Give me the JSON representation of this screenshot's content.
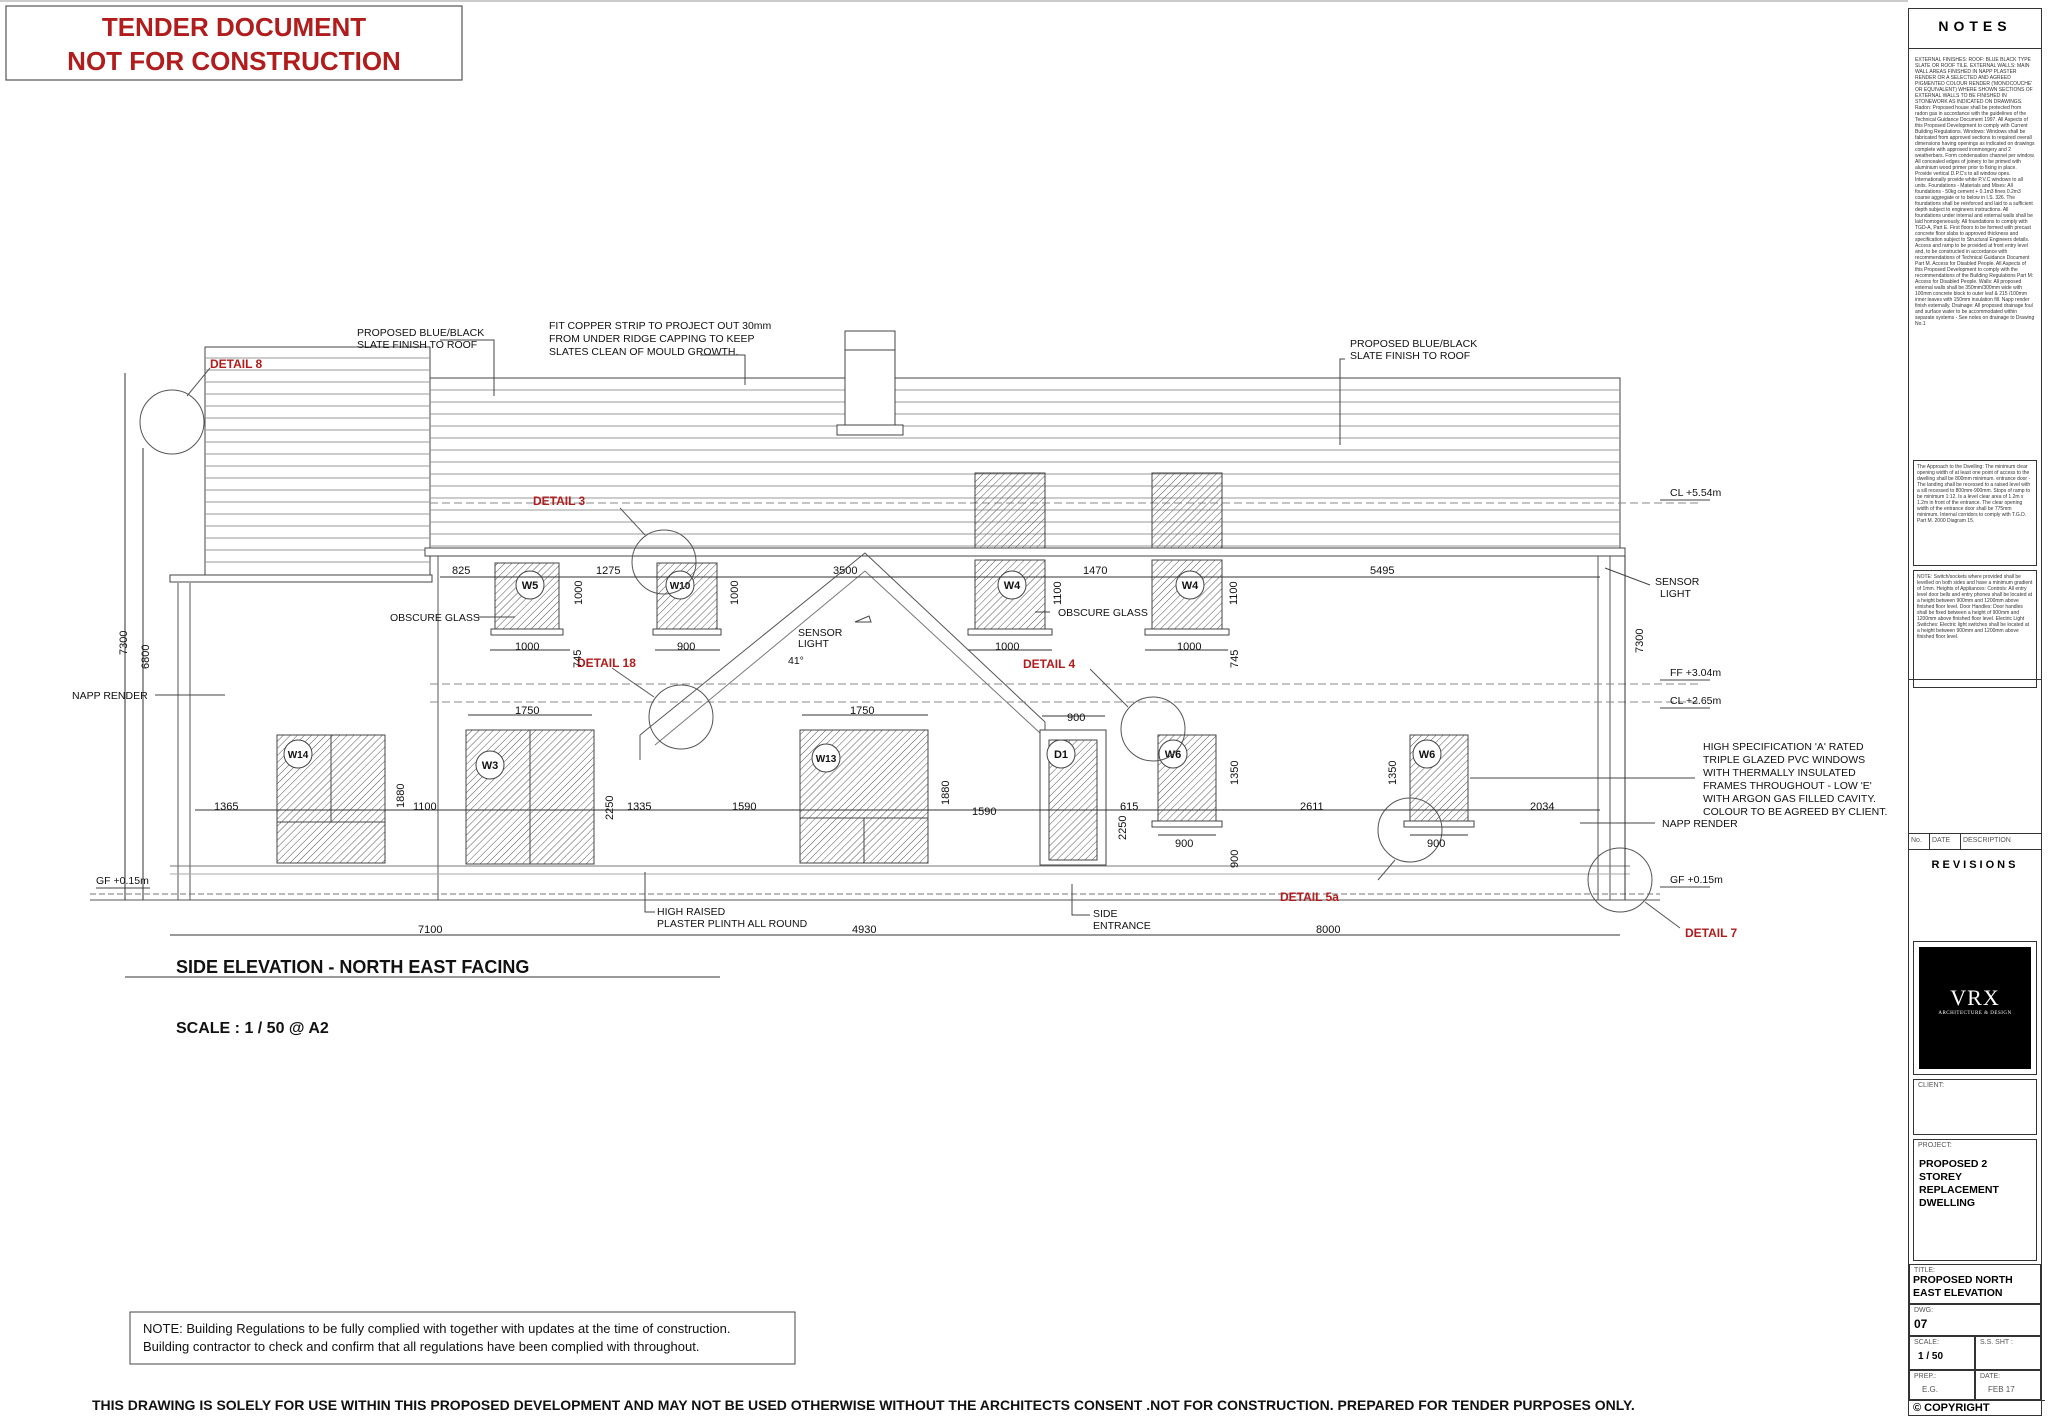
{
  "stamp": {
    "line1": "TENDER DOCUMENT",
    "line2": "NOT FOR CONSTRUCTION"
  },
  "annotations": {
    "slate_left_1": "PROPOSED BLUE/BLACK",
    "slate_left_2": "SLATE FINISH TO ROOF",
    "copper_1": "FIT COPPER STRIP TO PROJECT OUT 30mm",
    "copper_2": "FROM UNDER RIDGE CAPPING TO KEEP",
    "copper_3": "SLATES CLEAN OF MOULD GROWTH.",
    "slate_right_1": "PROPOSED BLUE/BLACK",
    "slate_right_2": "SLATE FINISH TO ROOF",
    "obscure_left": "OBSCURE GLASS",
    "obscure_right": "OBSCURE GLASS",
    "sensor_light_mid_1": "SENSOR",
    "sensor_light_mid_2": "LIGHT",
    "sensor_light_right_1": "SENSOR",
    "sensor_light_right_2": "LIGHT",
    "napp_left": "NAPP RENDER",
    "napp_right": "NAPP RENDER",
    "windows_spec_1": "HIGH SPECIFICATION 'A' RATED",
    "windows_spec_2": "TRIPLE GLAZED PVC WINDOWS",
    "windows_spec_3": "WITH THERMALLY INSULATED",
    "windows_spec_4": "FRAMES THROUGHOUT - LOW 'E'",
    "windows_spec_5": "WITH ARGON GAS FILLED CAVITY.",
    "windows_spec_6": "COLOUR TO BE AGREED BY CLIENT.",
    "plinth_1": "HIGH RAISED",
    "plinth_2": "PLASTER PLINTH ALL ROUND",
    "side_entrance_1": "SIDE",
    "side_entrance_2": "ENTRANCE",
    "angle": "41°"
  },
  "details": {
    "d8": "DETAIL 8",
    "d3": "DETAIL 3",
    "d18": "DETAIL 18",
    "d4": "DETAIL 4",
    "d5a": "DETAIL 5a",
    "d7": "DETAIL 7"
  },
  "levels": {
    "cl_top": "CL +5.54m",
    "ff": "FF +3.04m",
    "cl_mid": "CL +2.65m",
    "gf_left": "GF +0.15m",
    "gf_right": "GF +0.15m"
  },
  "windows": {
    "w5": "W5",
    "w10": "W10",
    "w4a": "W4",
    "w4b": "W4",
    "w14": "W14",
    "w3": "W3",
    "w13": "W13",
    "d1": "D1",
    "w6a": "W6",
    "w6b": "W6"
  },
  "dimensions": {
    "d825": "825",
    "d1275": "1275",
    "d3500": "3500",
    "d1470": "1470",
    "d5495": "5495",
    "w5_h": "1000",
    "w10_h": "1000",
    "w4a_h": "1100",
    "w4b_h": "1100",
    "w5_w": "1000",
    "w10_w": "900",
    "w4a_w": "1000",
    "w4b_w": "1000",
    "d745a": "745",
    "d745b": "745",
    "h7300_left": "7300",
    "h6800": "6800",
    "h7300_right": "7300",
    "w3_w": "1750",
    "w13_w": "1750",
    "d1_w": "900",
    "d1365": "1365",
    "w14_h": "1880",
    "d1100": "1100",
    "w3_h": "2250",
    "d1335": "1335",
    "d1590a": "1590",
    "w13_h": "1880",
    "d1590b": "1590",
    "d615": "615",
    "d1_h": "2250",
    "w6a_h": "1350",
    "d2611": "2611",
    "w6b_h": "1350",
    "d2034": "2034",
    "w6a_w": "900",
    "w6b_w": "900",
    "d900_sill": "900",
    "o7100": "7100",
    "o4930": "4930",
    "o8000": "8000"
  },
  "drawing_title": "SIDE ELEVATION - NORTH EAST FACING",
  "scale": "SCALE : 1 / 50 @ A2",
  "note_1": "NOTE: Building Regulations to be fully complied with together with updates at the time of construction.",
  "note_2": "Building contractor to check and confirm that all regulations have been complied with throughout.",
  "footer": "THIS DRAWING IS SOLELY FOR USE WITHIN THIS PROPOSED DEVELOPMENT AND MAY NOT BE USED OTHERWISE WITHOUT THE ARCHITECTS CONSENT .NOT FOR CONSTRUCTION. PREPARED FOR TENDER PURPOSES ONLY.",
  "title_block": {
    "notes_heading": "NOTES",
    "notes_text": "EXTERNAL FINISHES: ROOF: BLUE BLACK TYPE SLATE OR ROOF TILE. EXTERNAL WALLS: MAIN WALL AREAS FINISHED IN NAPP PLASTER RENDER OR A SELECTED AND AGREED PIGMENTED COLOUR RENDER ('MONOCOUCHE' OR EQUIVALENT) WHERE SHOWN SECTIONS OF EXTERNAL WALLS TO BE FINISHED IN STONEWORK AS INDICATED ON DRAWINGS. Radon: Proposed house shall be protected from radon gas in accordance with the guidelines of the Technical Guidance Document 1997. All Aspects of this Proposed Development to comply with Current Building Regulations. Windows: Windows shall be fabricated from approved sections to required overall dimensions having openings as indicated on drawings complete with approved ironmongery and 2 weatherbars. Form condensation channel per window. All concealed edges of joinery to be primed with aluminium wood primer prior to fixing in place. Provide vertical D.P.C's to all window opes. Internationally provide white P.V.C windows to all units. Foundations - Materials and Mixes: All foundations - 50kg cement + 0.1m3 fines 0.2m3 coarse aggregate or to below in I.S. 326. The foundations shall be reinforced and laid to a sufficient depth subject to engineers instructions. All foundations under internal and external walls shall be laid homogeneously. All foundations to comply with TGD-A, Part E. First floors to be formed with precast concrete floor slabs to approved thickness and specification subject to Structural Engineers details. Access and ramp to be provided at front entry level and, to be constructed in accordance with recommendations of Technical Guidance Document Part M. Access for Disabled People. All Aspects of this Proposed Development to comply with the recommendations of the Building Regulations Part M: Access for Disabled People. Walls: All proposed external walls shall be 350mm/300mm wide with 100mm concrete block to outer leaf & 215 /100mm inner leaves with 150mm insulation fill. Napp render finish externally. Drainage: All proposed drainage foul and surface water to be accommodated within separate systems - See notes on drainage to Drawing No.1",
    "boxed_text_1": "The Approach to the Dwelling: The minimum clear opening width of at least one point of access to the dwelling shall be 800mm minimum. entrance door - The landing shall be recessed to a raised level with a sill recessed to 800mm-900mm. Stops of ramp to be minimum 1:12. Is a level clear area of 1.2m x 1.2m in front of the entrance. The clear opening width of the entrance door shall be 775mm minimum. Internal corridors to comply with T.G.D. Part M. 2000 Diagram 15.",
    "boxed_text_2": "NOTE: Switch/sockets where provided shall be levelled on both sides and have a minimum gradient of 1mm. Heights of Appliances: Controls: All entry level door bells and entry phones shall be located at a height between 900mm and 1200mm above finished floor level. Door Handles: Door handles shall be fixed between a height of 900mm and 1200mm above finished floor level. Electric Light Switches: Electric light switches shall be located at a height between 900mm and 1200mm above finished floor level.",
    "revisions_cols": [
      "No.",
      "DATE",
      "DESCRIPTION"
    ],
    "revisions_heading": "REVISIONS",
    "logo_text": "VRX",
    "logo_sub": "ARCHITECTURE & DESIGN",
    "client_label": "CLIENT:",
    "project_label": "PROJECT:",
    "project_value": "PROPOSED 2 STOREY REPLACEMENT DWELLING",
    "title_label": "TITLE:",
    "title_value": "PROPOSED NORTH EAST ELEVATION",
    "dwg_label": "DWG:",
    "dwg_value": "07",
    "scale_label": "SCALE:",
    "scale_value": "1 / 50",
    "ss_label": "S.S. SHT :",
    "prep_label": "PREP.:",
    "prep_value": "E.G.",
    "date_label": "DATE:",
    "date_value": "FEB 17",
    "copyright": "COPYRIGHT"
  }
}
